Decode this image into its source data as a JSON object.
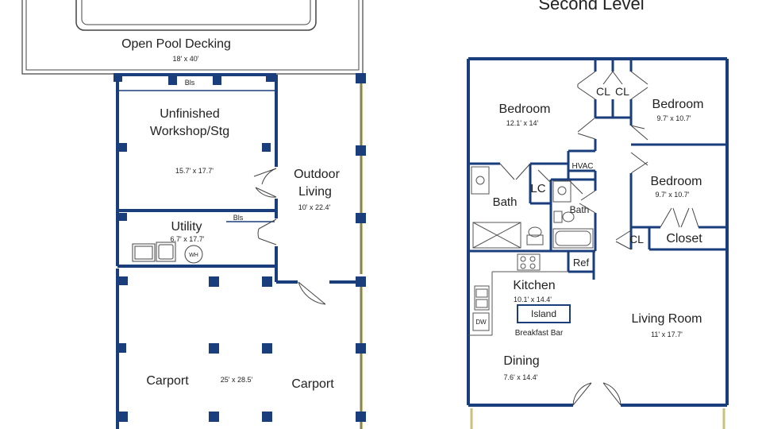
{
  "title": "Second Level",
  "colors": {
    "wall": "#1a3d7c",
    "fixture": "#555555",
    "background": "#ffffff"
  },
  "lower": {
    "pool": {
      "name": "Open Pool Decking",
      "dim": "18' x 40'"
    },
    "workshop": {
      "name_line1": "Unfinished",
      "name_line2": "Workshop/Stg",
      "dim": "15.7' x 17.7'",
      "bls": "Bls"
    },
    "outdoor": {
      "name_line1": "Outdoor",
      "name_line2": "Living",
      "dim": "10' x 22.4'"
    },
    "utility": {
      "name": "Utility",
      "dim": "6.7' x 17.7'",
      "bls": "Bls",
      "wh": "WH"
    },
    "carport": {
      "left": "Carport",
      "right": "Carport",
      "dim": "25' x 28.5'"
    }
  },
  "upper": {
    "bedroom1": {
      "name": "Bedroom",
      "dim": "12.1' x 14'"
    },
    "bedroom2": {
      "name": "Bedroom",
      "dim": "9.7' x 10.7'"
    },
    "bedroom3": {
      "name": "Bedroom",
      "dim": "9.7' x 10.7'"
    },
    "cl1": "CL",
    "cl2": "CL",
    "cl3": "CL",
    "lc": "LC",
    "hvac": "HVAC",
    "bath1": "Bath",
    "bath2": "Bath",
    "closet": "Closet",
    "ref": "Ref",
    "dw": "DW",
    "kitchen": {
      "name": "Kitchen",
      "dim": "10.1' x 14.4'"
    },
    "island": "Island",
    "breakfast": "Breakfast Bar",
    "dining": {
      "name": "Dining",
      "dim": "7.6' x 14.4'"
    },
    "living": {
      "name": "Living Room",
      "dim": "11' x 17.7'"
    }
  }
}
